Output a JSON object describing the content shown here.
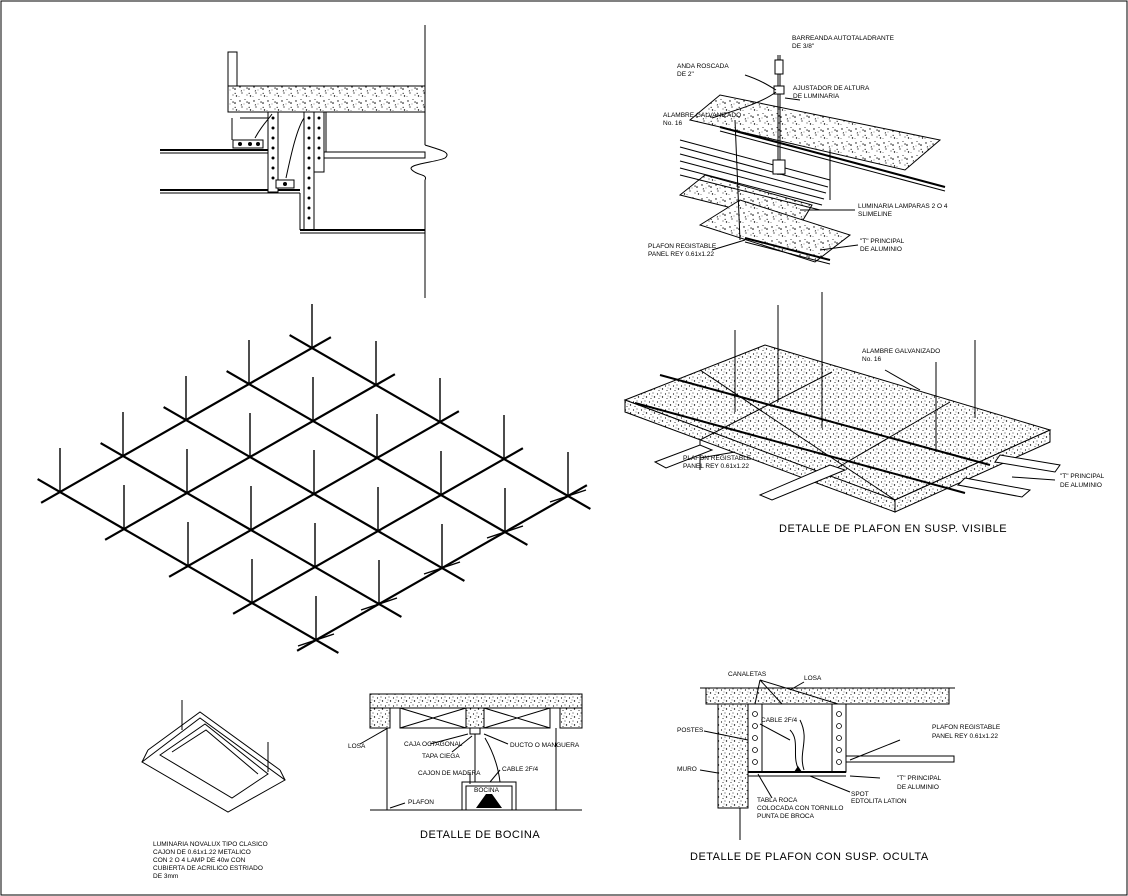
{
  "details": {
    "soffit": {},
    "visible_hanger": {
      "labels": {
        "barrenanda": "BARREANDA AUTOTALADRANTE",
        "barrenanda_2": "DE 3/8\"",
        "ancla": "ANDA ROSCADA",
        "ancla_2": "DE 2\"",
        "ajustador": "AJUSTADOR DE ALTURA",
        "ajustador_2": "DE LUMINARIA",
        "alambre": "ALAMBRE GALVANIZADO",
        "alambre_2": "No. 16",
        "luminaria": "LUMINARIA LAMPARAS 2 O 4",
        "luminaria_2": "SLIMELINE",
        "plafon": "PLAFON REGISTABLE",
        "plafon_2": "PANEL REY 0.61x1.22",
        "tprincipal": "\"T\" PRINCIPAL",
        "tprincipal_2": "DE ALUMINIO"
      }
    },
    "iso_grid": {},
    "visible_susp": {
      "title": "DETALLE DE PLAFON EN SUSP. VISIBLE",
      "labels": {
        "alambre": "ALAMBRE GALVANIZADO",
        "alambre_2": "No. 16",
        "plafon": "PLAFON REGISTABLE",
        "plafon_2": "PANEL REY 0.61x1.22",
        "tprincipal": "\"T\" PRINCIPAL",
        "tprincipal_2": "DE ALUMINIO"
      }
    },
    "luminaire": {
      "caption": [
        "LUMINARIA NOVALUX TIPO CLASICO",
        "CAJON DE 0.61x1.22 METALICO",
        "CON 2 O 4 LAMP DE 40w CON",
        "CUBIERTA DE ACRILICO ESTRIADO",
        "DE 3mm"
      ]
    },
    "bocina": {
      "title": "DETALLE DE BOCINA",
      "labels": {
        "losa": "LOSA",
        "caja": "CAJA OCTAGONAL",
        "tapa": "TAPA CIEGA",
        "ducto": "DUCTO O MANGUERA",
        "cajon": "CAJON DE MADERA",
        "cable": "CABLE 2F/4",
        "bocina": "BOCINA",
        "plafon": "PLAFON"
      }
    },
    "hidden_susp": {
      "title": "DETALLE DE PLAFON CON SUSP. OCULTA",
      "labels": {
        "canaletas": "CANALETAS",
        "losa": "LOSA",
        "cable": "CABLE 2F/4",
        "postes": "POSTES",
        "muro": "MURO",
        "plafon": "PLAFON REGISTABLE",
        "plafon_2": "PANEL REY 0.61x1.22",
        "tprincipal": "\"T\" PRINCIPAL",
        "tprincipal_2": "DE ALUMINIO",
        "spot": "SPOT",
        "spot_2": "EDTOLITA LATION",
        "tabla": "TABLA ROCA",
        "tabla_2": "COLOCADA CON TORNILLO",
        "tabla_3": "PUNTA DE BROCA"
      }
    }
  }
}
